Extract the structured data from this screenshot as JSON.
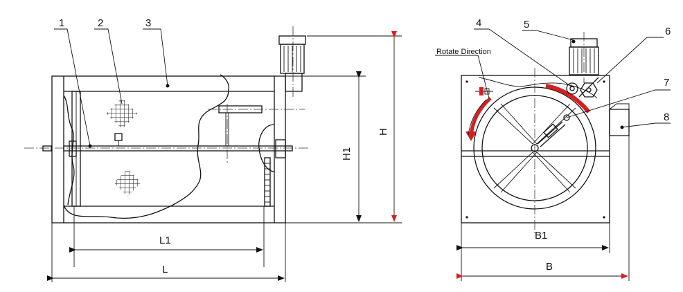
{
  "callouts": [
    "1",
    "2",
    "3",
    "4",
    "5",
    "6",
    "7",
    "8"
  ],
  "dimensions": {
    "l1": "L1",
    "l": "L",
    "h1": "H1",
    "h": "H",
    "b1": "B1",
    "b": "B"
  },
  "rotate_direction_label": "Rotate Direction",
  "colors": {
    "line": "#111111",
    "arrow_red": "#d62020"
  }
}
